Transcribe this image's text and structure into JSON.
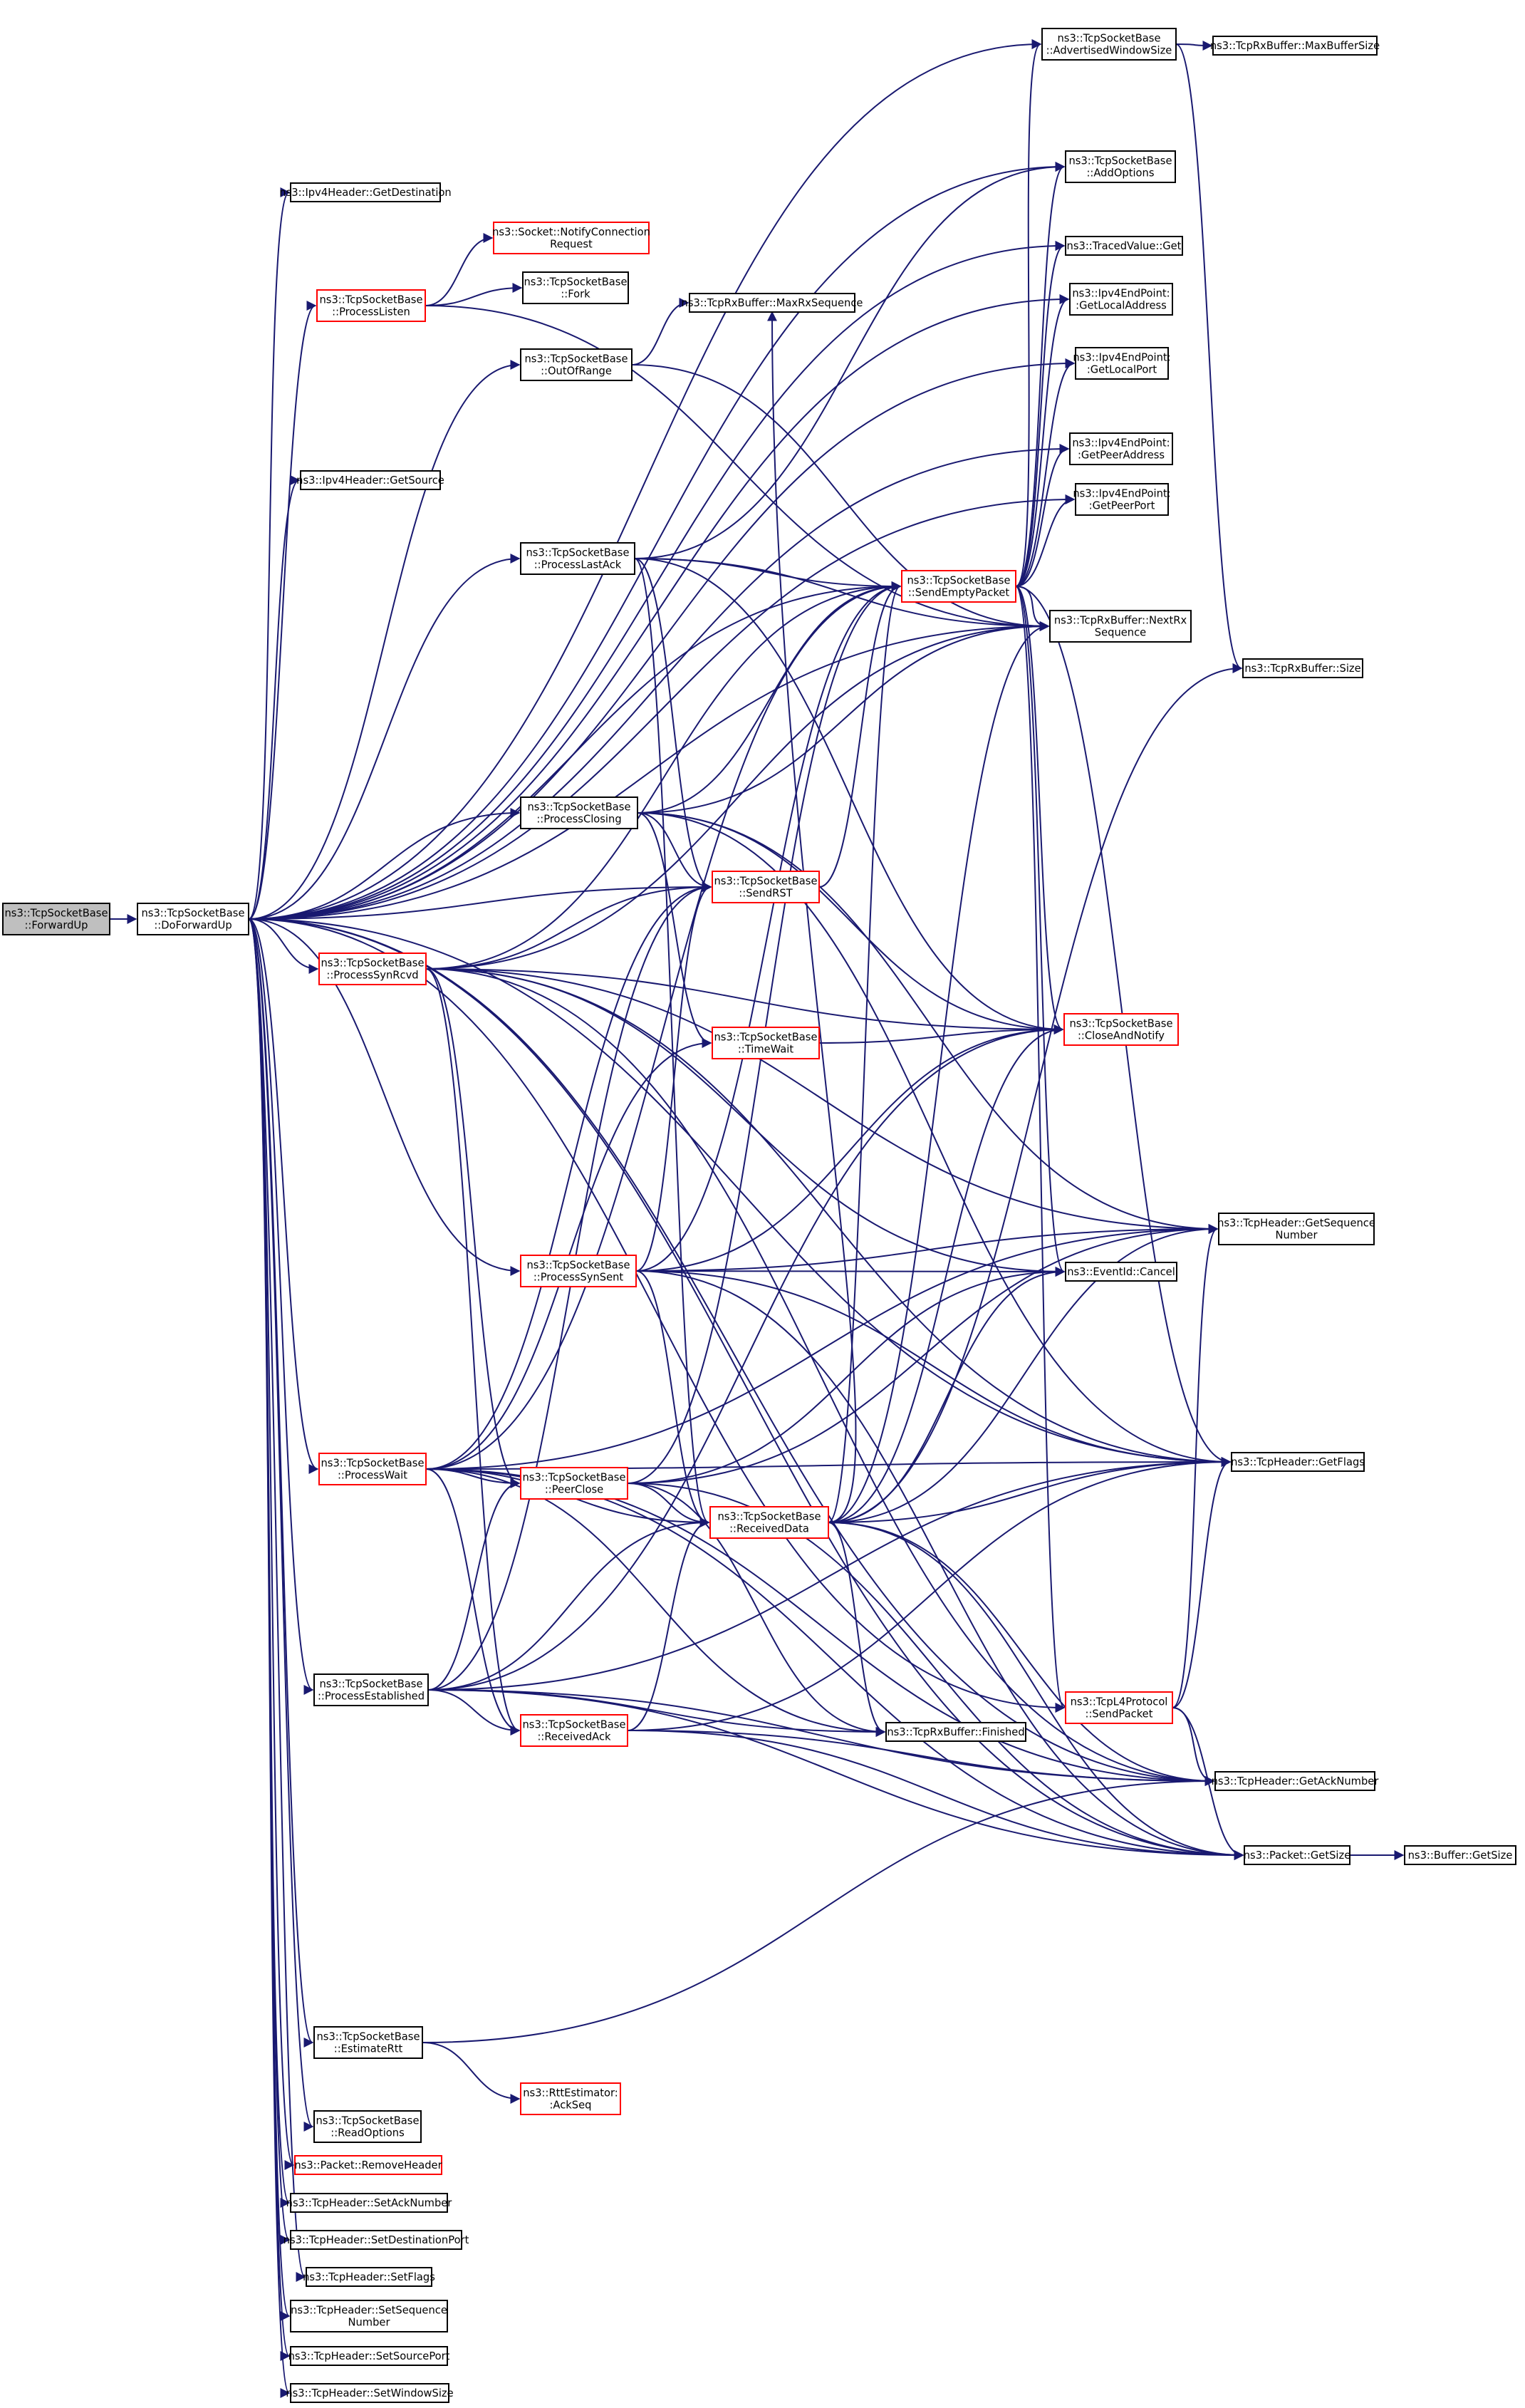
{
  "graph": {
    "colors": {
      "edge": "#191970",
      "node_border": "#000000",
      "node_border_incomplete": "#ff0000",
      "root_fill": "#bfbfbf",
      "node_fill": "#ffffff"
    },
    "nodes": [
      {
        "id": "forwardup",
        "lines": [
          "ns3::TcpSocketBase",
          "::ForwardUp"
        ],
        "style": "root"
      },
      {
        "id": "doforwardup",
        "lines": [
          "ns3::TcpSocketBase",
          "::DoForwardUp"
        ],
        "style": "normal"
      },
      {
        "id": "ipv4_getdest",
        "lines": [
          "ns3::Ipv4Header::GetDestination"
        ],
        "style": "normal"
      },
      {
        "id": "notifyconn",
        "lines": [
          "ns3::Socket::NotifyConnection",
          "Request"
        ],
        "style": "red"
      },
      {
        "id": "fork",
        "lines": [
          "ns3::TcpSocketBase",
          "::Fork"
        ],
        "style": "normal"
      },
      {
        "id": "processlisten",
        "lines": [
          "ns3::TcpSocketBase",
          "::ProcessListen"
        ],
        "style": "red"
      },
      {
        "id": "maxrxseq",
        "lines": [
          "ns3::TcpRxBuffer::MaxRxSequence"
        ],
        "style": "normal"
      },
      {
        "id": "outofrange",
        "lines": [
          "ns3::TcpSocketBase",
          "::OutOfRange"
        ],
        "style": "normal"
      },
      {
        "id": "ipv4_getsource",
        "lines": [
          "ns3::Ipv4Header::GetSource"
        ],
        "style": "normal"
      },
      {
        "id": "processlastack",
        "lines": [
          "ns3::TcpSocketBase",
          "::ProcessLastAck"
        ],
        "style": "normal"
      },
      {
        "id": "sendemptypacket",
        "lines": [
          "ns3::TcpSocketBase",
          "::SendEmptyPacket"
        ],
        "style": "red"
      },
      {
        "id": "processclosing",
        "lines": [
          "ns3::TcpSocketBase",
          "::ProcessClosing"
        ],
        "style": "normal"
      },
      {
        "id": "sendrst",
        "lines": [
          "ns3::TcpSocketBase",
          "::SendRST"
        ],
        "style": "red"
      },
      {
        "id": "processsynrcvd",
        "lines": [
          "ns3::TcpSocketBase",
          "::ProcessSynRcvd"
        ],
        "style": "red"
      },
      {
        "id": "timewait",
        "lines": [
          "ns3::TcpSocketBase",
          "::TimeWait"
        ],
        "style": "red"
      },
      {
        "id": "processsynsent",
        "lines": [
          "ns3::TcpSocketBase",
          "::ProcessSynSent"
        ],
        "style": "red"
      },
      {
        "id": "processwait",
        "lines": [
          "ns3::TcpSocketBase",
          "::ProcessWait"
        ],
        "style": "red"
      },
      {
        "id": "peerclose",
        "lines": [
          "ns3::TcpSocketBase",
          "::PeerClose"
        ],
        "style": "red"
      },
      {
        "id": "receiveddata",
        "lines": [
          "ns3::TcpSocketBase",
          "::ReceivedData"
        ],
        "style": "red"
      },
      {
        "id": "processestablished",
        "lines": [
          "ns3::TcpSocketBase",
          "::ProcessEstablished"
        ],
        "style": "normal"
      },
      {
        "id": "receivedack",
        "lines": [
          "ns3::TcpSocketBase",
          "::ReceivedAck"
        ],
        "style": "red"
      },
      {
        "id": "estimatertt",
        "lines": [
          "ns3::TcpSocketBase",
          "::EstimateRtt"
        ],
        "style": "normal"
      },
      {
        "id": "rttackseq",
        "lines": [
          "ns3::RttEstimator:",
          ":AckSeq"
        ],
        "style": "red"
      },
      {
        "id": "readoptions",
        "lines": [
          "ns3::TcpSocketBase",
          "::ReadOptions"
        ],
        "style": "normal"
      },
      {
        "id": "removeheader",
        "lines": [
          "ns3::Packet::RemoveHeader"
        ],
        "style": "red"
      },
      {
        "id": "setacknumber",
        "lines": [
          "ns3::TcpHeader::SetAckNumber"
        ],
        "style": "normal"
      },
      {
        "id": "setdestport",
        "lines": [
          "ns3::TcpHeader::SetDestinationPort"
        ],
        "style": "normal"
      },
      {
        "id": "setflags",
        "lines": [
          "ns3::TcpHeader::SetFlags"
        ],
        "style": "normal"
      },
      {
        "id": "setseqnumber",
        "lines": [
          "ns3::TcpHeader::SetSequence",
          "Number"
        ],
        "style": "normal"
      },
      {
        "id": "setsourceport",
        "lines": [
          "ns3::TcpHeader::SetSourcePort"
        ],
        "style": "normal"
      },
      {
        "id": "setwindowsize",
        "lines": [
          "ns3::TcpHeader::SetWindowSize"
        ],
        "style": "normal"
      },
      {
        "id": "advwindowsize",
        "lines": [
          "ns3::TcpSocketBase",
          "::AdvertisedWindowSize"
        ],
        "style": "normal"
      },
      {
        "id": "maxbuffersize",
        "lines": [
          "ns3::TcpRxBuffer::MaxBufferSize"
        ],
        "style": "normal"
      },
      {
        "id": "addoptions",
        "lines": [
          "ns3::TcpSocketBase",
          "::AddOptions"
        ],
        "style": "normal"
      },
      {
        "id": "tracedvalueget",
        "lines": [
          "ns3::TracedValue::Get"
        ],
        "style": "normal"
      },
      {
        "id": "getlocaladdress",
        "lines": [
          "ns3::Ipv4EndPoint:",
          ":GetLocalAddress"
        ],
        "style": "normal"
      },
      {
        "id": "getlocalport",
        "lines": [
          "ns3::Ipv4EndPoint:",
          ":GetLocalPort"
        ],
        "style": "normal"
      },
      {
        "id": "getpeeraddress",
        "lines": [
          "ns3::Ipv4EndPoint:",
          ":GetPeerAddress"
        ],
        "style": "normal"
      },
      {
        "id": "getpeerport",
        "lines": [
          "ns3::Ipv4EndPoint:",
          ":GetPeerPort"
        ],
        "style": "normal"
      },
      {
        "id": "nextrxseq",
        "lines": [
          "ns3::TcpRxBuffer::NextRx",
          "Sequence"
        ],
        "style": "normal"
      },
      {
        "id": "rxbuffersize",
        "lines": [
          "ns3::TcpRxBuffer::Size"
        ],
        "style": "normal"
      },
      {
        "id": "closeandnotify",
        "lines": [
          "ns3::TcpSocketBase",
          "::CloseAndNotify"
        ],
        "style": "red"
      },
      {
        "id": "eventidcancel",
        "lines": [
          "ns3::EventId::Cancel"
        ],
        "style": "normal"
      },
      {
        "id": "getseqnumber",
        "lines": [
          "ns3::TcpHeader::GetSequence",
          "Number"
        ],
        "style": "normal"
      },
      {
        "id": "getflags",
        "lines": [
          "ns3::TcpHeader::GetFlags"
        ],
        "style": "normal"
      },
      {
        "id": "finished",
        "lines": [
          "ns3::TcpRxBuffer::Finished"
        ],
        "style": "normal"
      },
      {
        "id": "l4sendpacket",
        "lines": [
          "ns3::TcpL4Protocol",
          "::SendPacket"
        ],
        "style": "red"
      },
      {
        "id": "getacknumber",
        "lines": [
          "ns3::TcpHeader::GetAckNumber"
        ],
        "style": "normal"
      },
      {
        "id": "packetgetsize",
        "lines": [
          "ns3::Packet::GetSize"
        ],
        "style": "normal"
      },
      {
        "id": "buffergetsize",
        "lines": [
          "ns3::Buffer::GetSize"
        ],
        "style": "normal"
      }
    ],
    "edges": [
      [
        "forwardup",
        "doforwardup"
      ],
      [
        "doforwardup",
        "advwindowsize"
      ],
      [
        "doforwardup",
        "addoptions"
      ],
      [
        "doforwardup",
        "ipv4_getdest"
      ],
      [
        "doforwardup",
        "tracedvalueget"
      ],
      [
        "doforwardup",
        "processlisten"
      ],
      [
        "doforwardup",
        "getlocaladdress"
      ],
      [
        "doforwardup",
        "outofrange"
      ],
      [
        "doforwardup",
        "getlocalport"
      ],
      [
        "doforwardup",
        "getpeeraddress"
      ],
      [
        "doforwardup",
        "ipv4_getsource"
      ],
      [
        "doforwardup",
        "getpeerport"
      ],
      [
        "doforwardup",
        "nextrxseq"
      ],
      [
        "doforwardup",
        "processlastack"
      ],
      [
        "doforwardup",
        "sendemptypacket"
      ],
      [
        "doforwardup",
        "processclosing"
      ],
      [
        "doforwardup",
        "sendrst"
      ],
      [
        "doforwardup",
        "processsynrcvd"
      ],
      [
        "doforwardup",
        "processsynsent"
      ],
      [
        "doforwardup",
        "processwait"
      ],
      [
        "doforwardup",
        "processestablished"
      ],
      [
        "doforwardup",
        "estimatertt"
      ],
      [
        "doforwardup",
        "readoptions"
      ],
      [
        "doforwardup",
        "removeheader"
      ],
      [
        "doforwardup",
        "setacknumber"
      ],
      [
        "doforwardup",
        "setdestport"
      ],
      [
        "doforwardup",
        "setflags"
      ],
      [
        "doforwardup",
        "setseqnumber"
      ],
      [
        "doforwardup",
        "setsourceport"
      ],
      [
        "doforwardup",
        "setwindowsize"
      ],
      [
        "doforwardup",
        "l4sendpacket"
      ],
      [
        "doforwardup",
        "getacknumber"
      ],
      [
        "doforwardup",
        "packetgetsize"
      ],
      [
        "doforwardup",
        "getflags"
      ],
      [
        "advwindowsize",
        "maxbuffersize"
      ],
      [
        "advwindowsize",
        "rxbuffersize"
      ],
      [
        "processlisten",
        "notifyconn"
      ],
      [
        "processlisten",
        "fork"
      ],
      [
        "processlisten",
        "nextrxseq"
      ],
      [
        "outofrange",
        "maxrxseq"
      ],
      [
        "outofrange",
        "nextrxseq"
      ],
      [
        "processlastack",
        "sendemptypacket"
      ],
      [
        "processlastack",
        "sendrst"
      ],
      [
        "processlastack",
        "closeandnotify"
      ],
      [
        "processlastack",
        "receiveddata"
      ],
      [
        "processlastack",
        "nextrxseq"
      ],
      [
        "processlastack",
        "addoptions"
      ],
      [
        "sendemptypacket",
        "advwindowsize"
      ],
      [
        "sendemptypacket",
        "addoptions"
      ],
      [
        "sendemptypacket",
        "tracedvalueget"
      ],
      [
        "sendemptypacket",
        "getlocaladdress"
      ],
      [
        "sendemptypacket",
        "getlocalport"
      ],
      [
        "sendemptypacket",
        "getpeeraddress"
      ],
      [
        "sendemptypacket",
        "getpeerport"
      ],
      [
        "sendemptypacket",
        "nextrxseq"
      ],
      [
        "sendemptypacket",
        "closeandnotify"
      ],
      [
        "sendemptypacket",
        "eventidcancel"
      ],
      [
        "sendemptypacket",
        "l4sendpacket"
      ],
      [
        "sendemptypacket",
        "getflags"
      ],
      [
        "processclosing",
        "sendemptypacket"
      ],
      [
        "processclosing",
        "sendrst"
      ],
      [
        "processclosing",
        "timewait"
      ],
      [
        "processclosing",
        "closeandnotify"
      ],
      [
        "processclosing",
        "getseqnumber"
      ],
      [
        "processclosing",
        "getflags"
      ],
      [
        "processclosing",
        "nextrxseq"
      ],
      [
        "sendrst",
        "sendemptypacket"
      ],
      [
        "processsynrcvd",
        "sendemptypacket"
      ],
      [
        "processsynrcvd",
        "sendrst"
      ],
      [
        "processsynrcvd",
        "closeandnotify"
      ],
      [
        "processsynrcvd",
        "eventidcancel"
      ],
      [
        "processsynrcvd",
        "getseqnumber"
      ],
      [
        "processsynrcvd",
        "getflags"
      ],
      [
        "processsynrcvd",
        "peerclose"
      ],
      [
        "processsynrcvd",
        "receivedack"
      ],
      [
        "processsynrcvd",
        "nextrxseq"
      ],
      [
        "processsynrcvd",
        "getacknumber"
      ],
      [
        "timewait",
        "closeandnotify"
      ],
      [
        "processsynsent",
        "sendemptypacket"
      ],
      [
        "processsynsent",
        "sendrst"
      ],
      [
        "processsynsent",
        "eventidcancel"
      ],
      [
        "processsynsent",
        "getseqnumber"
      ],
      [
        "processsynsent",
        "getflags"
      ],
      [
        "processsynsent",
        "receiveddata"
      ],
      [
        "processsynsent",
        "closeandnotify"
      ],
      [
        "processsynsent",
        "packetgetsize"
      ],
      [
        "processwait",
        "timewait"
      ],
      [
        "processwait",
        "sendrst"
      ],
      [
        "processwait",
        "peerclose"
      ],
      [
        "processwait",
        "receiveddata"
      ],
      [
        "processwait",
        "receivedack"
      ],
      [
        "processwait",
        "finished"
      ],
      [
        "processwait",
        "getseqnumber"
      ],
      [
        "processwait",
        "getflags"
      ],
      [
        "processwait",
        "getacknumber"
      ],
      [
        "processwait",
        "packetgetsize"
      ],
      [
        "processwait",
        "sendemptypacket"
      ],
      [
        "peerclose",
        "sendemptypacket"
      ],
      [
        "peerclose",
        "receiveddata"
      ],
      [
        "peerclose",
        "getseqnumber"
      ],
      [
        "peerclose",
        "finished"
      ],
      [
        "peerclose",
        "packetgetsize"
      ],
      [
        "peerclose",
        "eventidcancel"
      ],
      [
        "receiveddata",
        "sendemptypacket"
      ],
      [
        "receiveddata",
        "maxrxseq"
      ],
      [
        "receiveddata",
        "nextrxseq"
      ],
      [
        "receiveddata",
        "rxbuffersize"
      ],
      [
        "receiveddata",
        "eventidcancel"
      ],
      [
        "receiveddata",
        "getflags"
      ],
      [
        "receiveddata",
        "finished"
      ],
      [
        "receiveddata",
        "packetgetsize"
      ],
      [
        "receiveddata",
        "getacknumber"
      ],
      [
        "receiveddata",
        "closeandnotify"
      ],
      [
        "receiveddata",
        "getseqnumber"
      ],
      [
        "processestablished",
        "peerclose"
      ],
      [
        "processestablished",
        "receiveddata"
      ],
      [
        "processestablished",
        "receivedack"
      ],
      [
        "processestablished",
        "sendrst"
      ],
      [
        "processestablished",
        "closeandnotify"
      ],
      [
        "processestablished",
        "finished"
      ],
      [
        "processestablished",
        "getflags"
      ],
      [
        "processestablished",
        "getacknumber"
      ],
      [
        "processestablished",
        "packetgetsize"
      ],
      [
        "receivedack",
        "receiveddata"
      ],
      [
        "receivedack",
        "packetgetsize"
      ],
      [
        "receivedack",
        "getacknumber"
      ],
      [
        "receivedack",
        "getflags"
      ],
      [
        "l4sendpacket",
        "getflags"
      ],
      [
        "l4sendpacket",
        "getseqnumber"
      ],
      [
        "l4sendpacket",
        "getacknumber"
      ],
      [
        "l4sendpacket",
        "packetgetsize"
      ],
      [
        "packetgetsize",
        "buffergetsize"
      ],
      [
        "estimatertt",
        "rttackseq"
      ],
      [
        "estimatertt",
        "getacknumber"
      ]
    ]
  }
}
